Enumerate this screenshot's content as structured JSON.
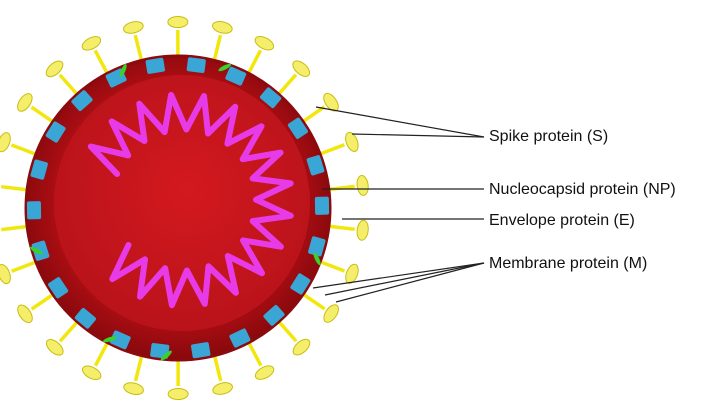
{
  "diagram": {
    "labels": {
      "spike": "Spike protein (S)",
      "nucleocapsid": "Nucleocapsid protein (NP)",
      "envelope": "Envelope protein (E)",
      "membrane": "Membrane protein (M)"
    },
    "colors": {
      "envelope_outer": "#b50f14",
      "envelope_dark": "#8a0a0e",
      "interior": "#c8141a",
      "spike_stalk": "#f2e70c",
      "spike_head": "#f4ee6a",
      "membrane_protein": "#3aa6d6",
      "envelope_protein": "#39d12a",
      "nucleocapsid": "#e83be8",
      "leader_line": "#222222"
    },
    "counts": {
      "spikes": 26,
      "membrane_proteins": 22,
      "envelope_proteins": 6,
      "helix_turns": 17
    },
    "gap_direction": "left"
  }
}
